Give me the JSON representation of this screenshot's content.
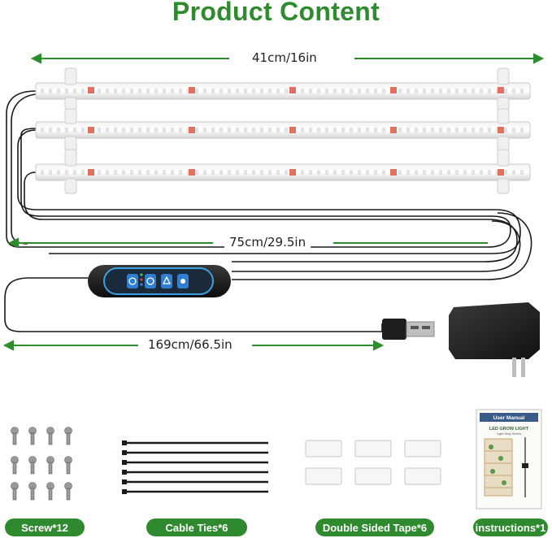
{
  "title": "Product Content",
  "colors": {
    "title_green": "#2e8b2e",
    "dimension_green": "#2e8b2e",
    "pill_green": "#2f8a2f",
    "cable_black": "#1a1a1a",
    "controller_blue": "#3aa0e0"
  },
  "dimensions": {
    "strip_length": "41cm/16in",
    "strip_cable_length": "75cm/29.5in",
    "usb_cable_length": "169cm/66.5in"
  },
  "accessories": [
    {
      "label": "Screw*12"
    },
    {
      "label": "Cable Ties*6"
    },
    {
      "label": "Double Sided Tape*6"
    },
    {
      "label": "instructions*1"
    }
  ],
  "manual": {
    "header": "User Manual",
    "title": "LED GROW LIGHT",
    "subtitle": "Light Strip Series"
  },
  "icons": {
    "power": "power-icon",
    "timer": "timer-icon",
    "mode": "mode-icon",
    "brightness": "brightness-icon"
  }
}
